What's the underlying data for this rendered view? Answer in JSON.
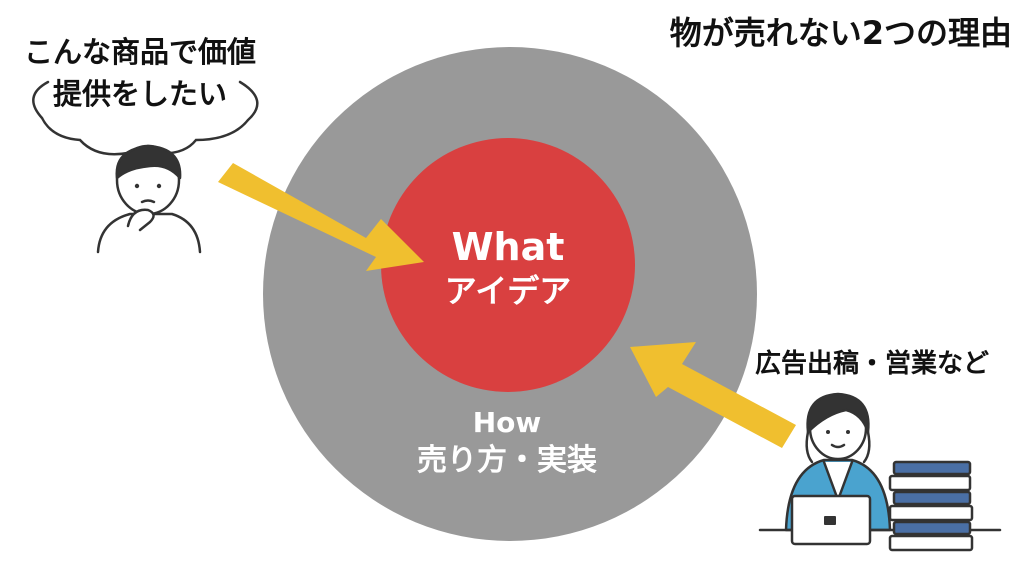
{
  "title": "物が売れない2つの理由",
  "thought_bubble": {
    "line1": "こんな商品で価値",
    "line2": "提供をしたい"
  },
  "inner_circle": {
    "label_en": "What",
    "label_jp": "アイデア",
    "color": "#d94040"
  },
  "outer_circle": {
    "label_en": "How",
    "label_jp": "売り方・実装",
    "color": "#999999"
  },
  "right_label": "広告出稿・営業など",
  "arrow_color": "#f0bf2f",
  "icons": {
    "thinker": "thinking-man-icon",
    "worker": "woman-at-laptop-icon",
    "documents": "document-stack-icon"
  }
}
